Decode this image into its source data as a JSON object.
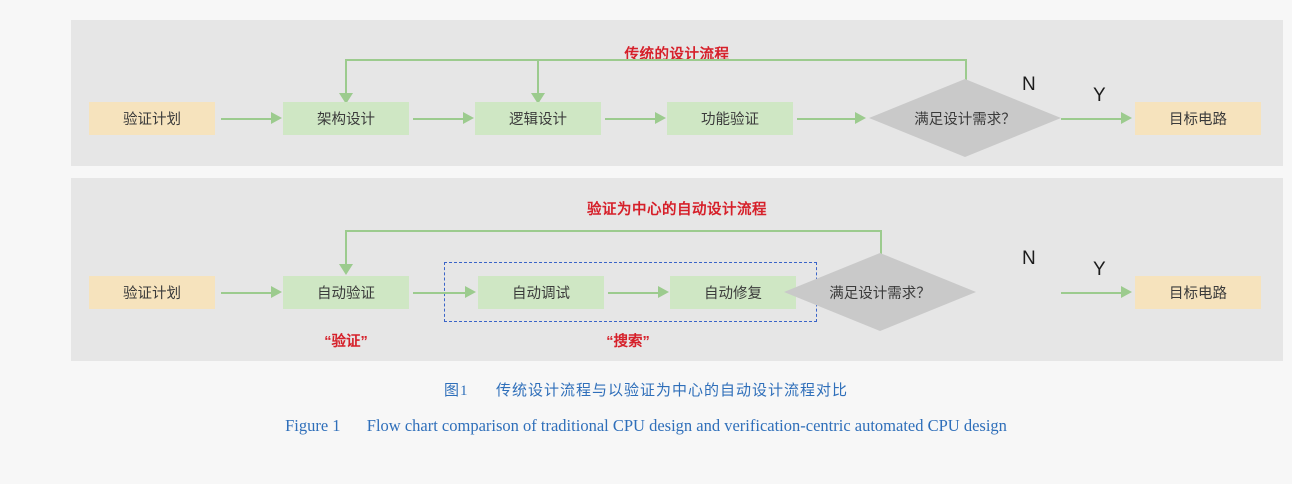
{
  "figure": {
    "caption_cn_label": "图1",
    "caption_cn_text": "传统设计流程与以验证为中心的自动设计流程对比",
    "caption_en_label": "Figure 1",
    "caption_en_text": "Flow chart comparison of traditional CPU design and verification-centric automated CPU design"
  },
  "colors": {
    "panel_bg": "#e6e6e6",
    "page_bg": "#f7f7f7",
    "node_yellow": "#f6e3bd",
    "node_green": "#cfe7c4",
    "decision_gray": "#c9c9c9",
    "arrow_green": "#9ccb8e",
    "title_red": "#d6202a",
    "dashed_blue": "#3a64c8",
    "caption_blue": "#2f6fba"
  },
  "panels": [
    {
      "id": "traditional",
      "title": "传统的设计流程",
      "nodes": [
        {
          "label": "验证计划",
          "type": "start"
        },
        {
          "label": "架构设计",
          "type": "process"
        },
        {
          "label": "逻辑设计",
          "type": "process"
        },
        {
          "label": "功能验证",
          "type": "process"
        },
        {
          "label": "满足设计需求？",
          "type": "decision"
        },
        {
          "label": "目标电路",
          "type": "end"
        }
      ],
      "branch_no": "N",
      "branch_yes": "Y"
    },
    {
      "id": "automated",
      "title": "验证为中心的自动设计流程",
      "nodes": [
        {
          "label": "验证计划",
          "type": "start"
        },
        {
          "label": "自动验证",
          "type": "process"
        },
        {
          "label": "自动调试",
          "type": "process"
        },
        {
          "label": "自动修复",
          "type": "process"
        },
        {
          "label": "满足设计需求？",
          "type": "decision"
        },
        {
          "label": "目标电路",
          "type": "end"
        }
      ],
      "branch_no": "N",
      "branch_yes": "Y",
      "group_captions": [
        {
          "label": "“验证”"
        },
        {
          "label": "“搜索”"
        }
      ]
    }
  ]
}
